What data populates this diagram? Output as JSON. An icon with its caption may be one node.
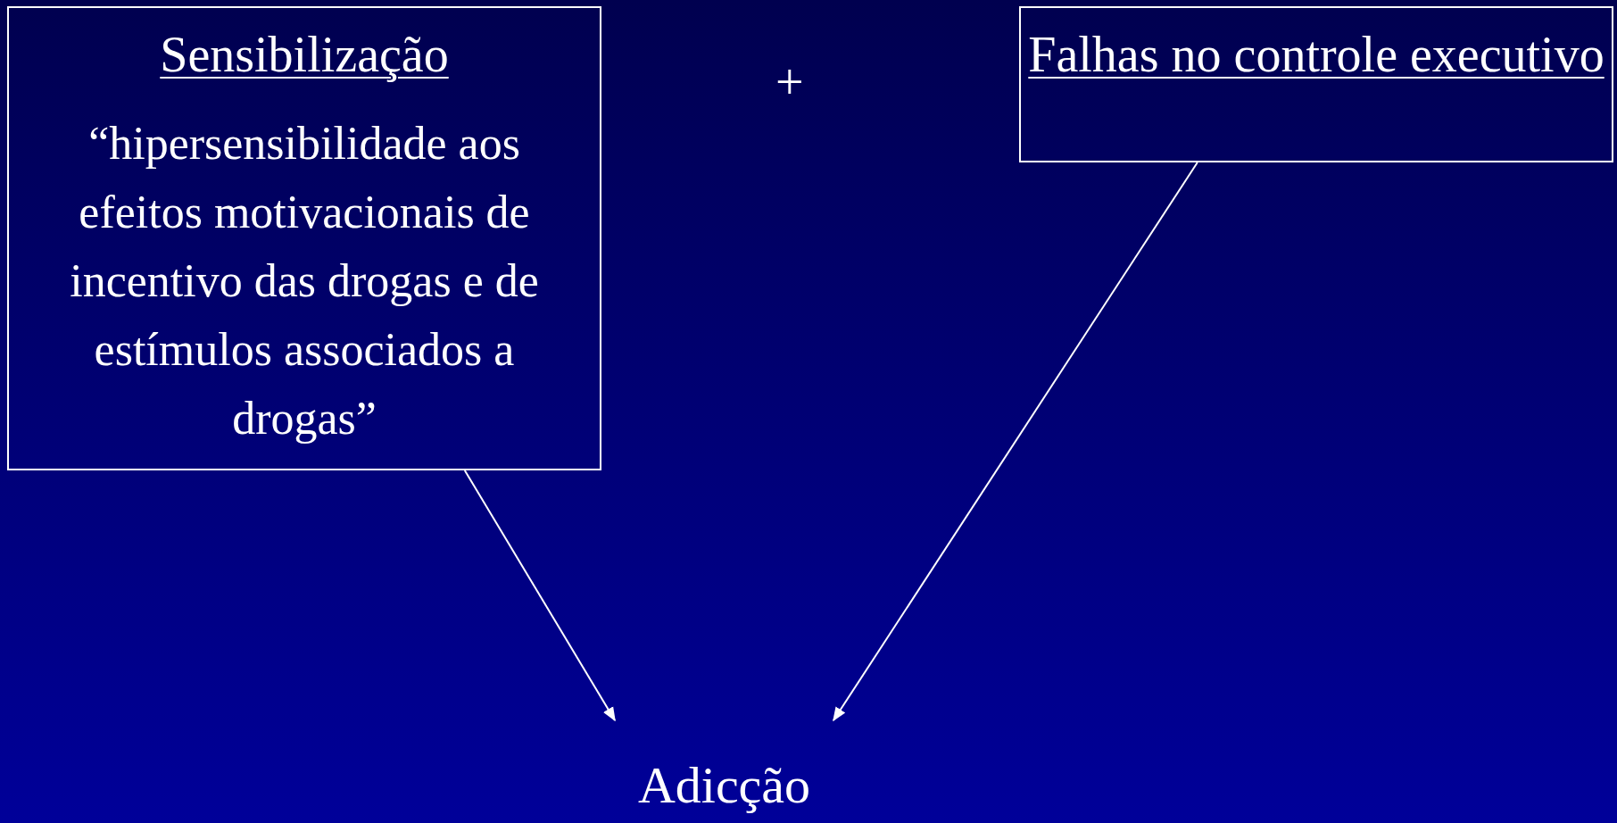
{
  "diagram": {
    "nodes": [
      {
        "text": [
          "Sensibilização",
          "“hipersensibilidade aos efeitos motivacionais de incentivo das drogas e de estímulos associados a drogas”"
        ]
      },
      {
        "text": [
          "Falhas no controle executivo"
        ]
      },
      {
        "text": [
          "Adicção"
        ]
      }
    ],
    "edges": [
      {
        "from": 0,
        "to": 2,
        "arrow": "to"
      },
      {
        "from": 1,
        "to": 2,
        "arrow": "to"
      }
    ],
    "labels": [
      "+"
    ]
  }
}
